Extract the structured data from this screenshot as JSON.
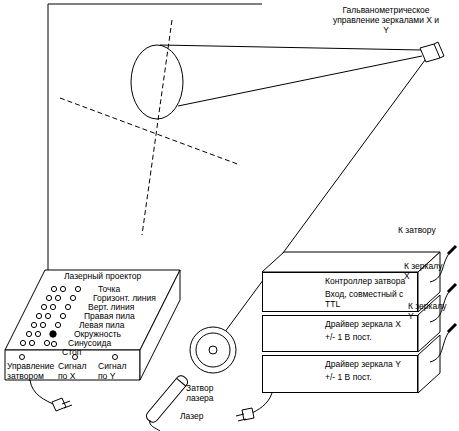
{
  "diagram": {
    "nodes": [
      {
        "text": [
          "Лазерный проектор"
        ]
      },
      {
        "text": [
          "Контроллер затвора",
          "Вход, совместный с TTL"
        ]
      },
      {
        "text": [
          "Драйвер зеркала X",
          "+/- 1 В пост."
        ]
      },
      {
        "text": [
          "Драйвер зеркала Y",
          "+/- 1 В пост."
        ]
      }
    ],
    "labels": [
      "Гальванометрическое управление зеркалами X и Y",
      "Точка",
      "Горизонт. линия",
      "Верт. линия",
      "Правая пила",
      "Левая пила",
      "Окружность",
      "Синусоида",
      "Стоп",
      "Управление затвором",
      "Сигнал по X",
      "Сигнал по Y",
      "Затвор лазера",
      "Лазер",
      "К затвору",
      "К зеркалу X",
      "К зеркалу Y"
    ]
  }
}
